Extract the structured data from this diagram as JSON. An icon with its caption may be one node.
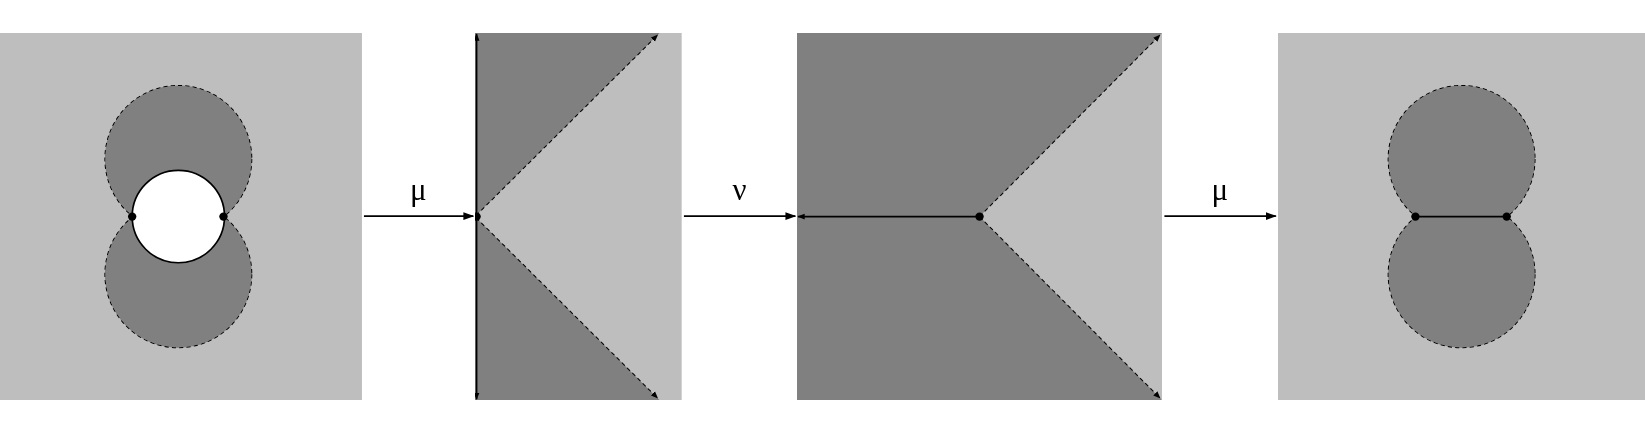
{
  "diagram": {
    "nodes": [
      {
        "text": [],
        "shape": "picture"
      },
      {
        "text": [],
        "shape": "picture"
      },
      {
        "text": [],
        "shape": "picture"
      },
      {
        "text": [],
        "shape": "picture"
      }
    ],
    "edges": [
      {
        "from": 0,
        "to": 1,
        "arrow": "to",
        "label": "μ"
      },
      {
        "from": 1,
        "to": 2,
        "arrow": "to",
        "label": "ν"
      },
      {
        "from": 2,
        "to": 3,
        "arrow": "to",
        "label": "μ"
      }
    ]
  }
}
